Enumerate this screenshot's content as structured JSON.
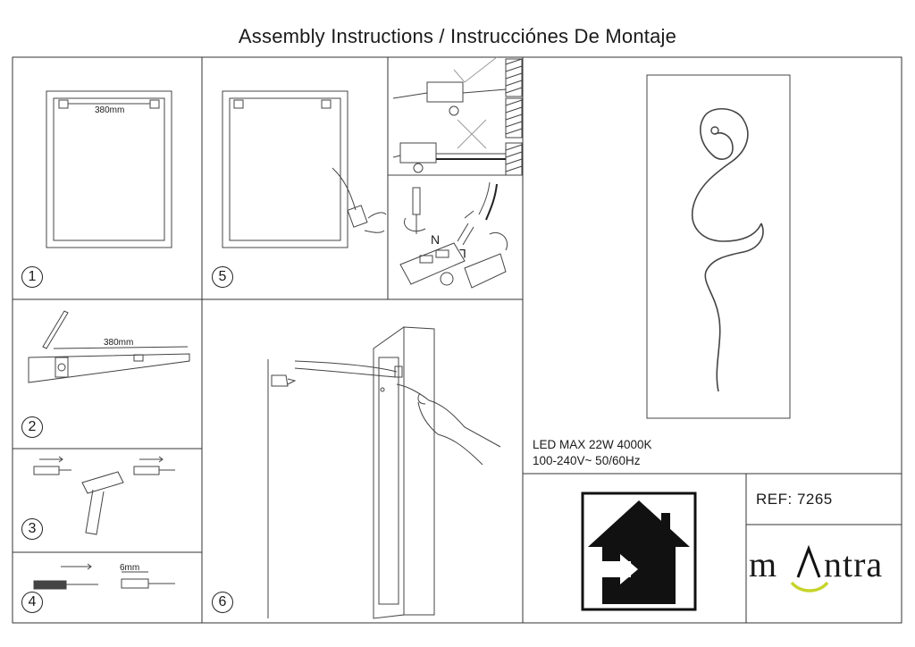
{
  "document": {
    "title": "Assembly Instructions / Instrucciónes De Montaje"
  },
  "steps": [
    {
      "number": "1",
      "measurement": "380mm"
    },
    {
      "number": "2",
      "measurement": "380mm"
    },
    {
      "number": "3"
    },
    {
      "number": "4",
      "measurement": "6mm"
    },
    {
      "number": "5"
    },
    {
      "number": "6"
    }
  ],
  "wiring": {
    "neutral_label": "N",
    "live_label": "L"
  },
  "specs": {
    "line1": "LED  MAX 22W  4000K",
    "line2": "100-240V~ 50/60Hz"
  },
  "product": {
    "ref": "REF:  7265",
    "brand_left": "m",
    "brand_right": "ntra",
    "indoor_icon": "indoor-use-house-icon"
  },
  "colors": {
    "line": "#333333",
    "logo_accent": "#c6d42a"
  }
}
